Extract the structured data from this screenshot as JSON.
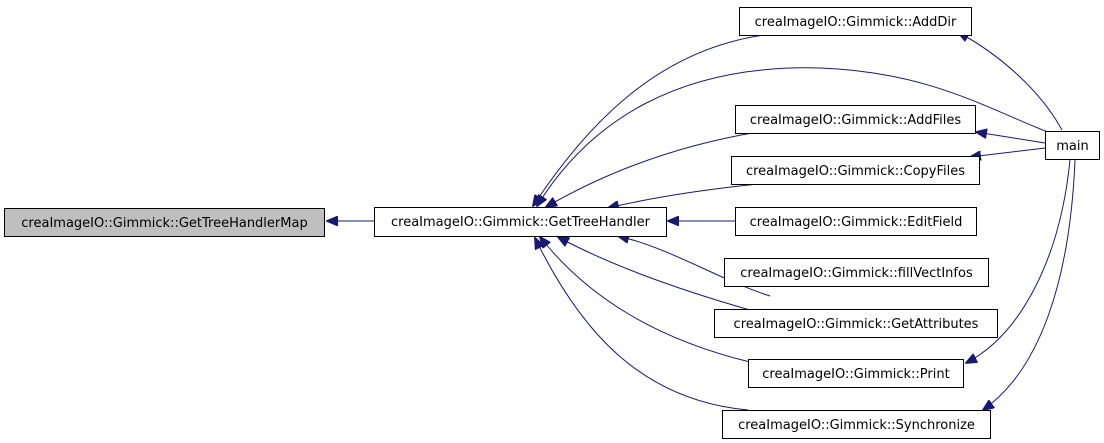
{
  "graph": {
    "nodes": [
      {
        "id": "n0",
        "label": "creaImageIO::Gimmick::GetTreeHandlerMap",
        "focus": true
      },
      {
        "id": "n1",
        "label": "creaImageIO::Gimmick::GetTreeHandler"
      },
      {
        "id": "n2",
        "label": "creaImageIO::Gimmick::AddDir"
      },
      {
        "id": "n3",
        "label": "creaImageIO::Gimmick::AddFiles"
      },
      {
        "id": "n4",
        "label": "creaImageIO::Gimmick::CopyFiles"
      },
      {
        "id": "n5",
        "label": "creaImageIO::Gimmick::EditField"
      },
      {
        "id": "n6",
        "label": "creaImageIO::Gimmick::fillVectInfos"
      },
      {
        "id": "n7",
        "label": "creaImageIO::Gimmick::GetAttributes"
      },
      {
        "id": "n8",
        "label": "creaImageIO::Gimmick::Print"
      },
      {
        "id": "n9",
        "label": "creaImageIO::Gimmick::Synchronize"
      },
      {
        "id": "n10",
        "label": "main"
      }
    ],
    "edges": [
      {
        "from": "n1",
        "to": "n0"
      },
      {
        "from": "n2",
        "to": "n1"
      },
      {
        "from": "n3",
        "to": "n1"
      },
      {
        "from": "n4",
        "to": "n1"
      },
      {
        "from": "n5",
        "to": "n1"
      },
      {
        "from": "n6",
        "to": "n1"
      },
      {
        "from": "n7",
        "to": "n1"
      },
      {
        "from": "n8",
        "to": "n1"
      },
      {
        "from": "n9",
        "to": "n1"
      },
      {
        "from": "n10",
        "to": "n1"
      },
      {
        "from": "n10",
        "to": "n2"
      },
      {
        "from": "n10",
        "to": "n3"
      },
      {
        "from": "n10",
        "to": "n4"
      },
      {
        "from": "n10",
        "to": "n8"
      },
      {
        "from": "n10",
        "to": "n9"
      }
    ]
  }
}
